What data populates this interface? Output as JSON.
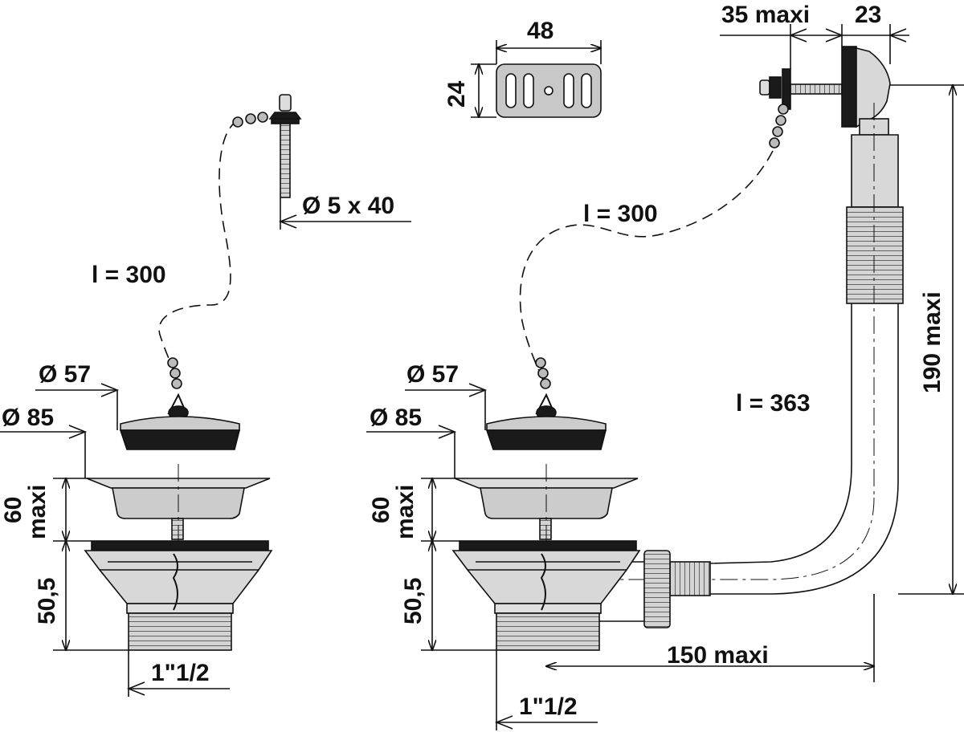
{
  "left_assembly": {
    "chain_length": "l = 300",
    "screw_size": "Ø 5 x 40",
    "plug_diameter": "Ø 57",
    "flange_diameter": "Ø 85",
    "height_max": "60",
    "height_max_suffix": "maxi",
    "body_height": "50,5",
    "thread_size": "1\"1/2"
  },
  "plate": {
    "width": "48",
    "height": "24"
  },
  "right_assembly": {
    "chain_length": "l = 300",
    "overflow_thickness": "35 maxi",
    "overflow_depth": "23",
    "overflow_height": "190 maxi",
    "hose_length": "l = 363",
    "outlet_offset": "150 maxi",
    "plug_diameter": "Ø 57",
    "flange_diameter": "Ø 85",
    "height_max": "60",
    "height_max_suffix": "maxi",
    "body_height": "50,5",
    "thread_size": "1\"1/2"
  },
  "colors": {
    "line": "#111111",
    "metal": "#c8c8c8",
    "dark": "#1a1a1a",
    "paper": "#ffffff"
  }
}
